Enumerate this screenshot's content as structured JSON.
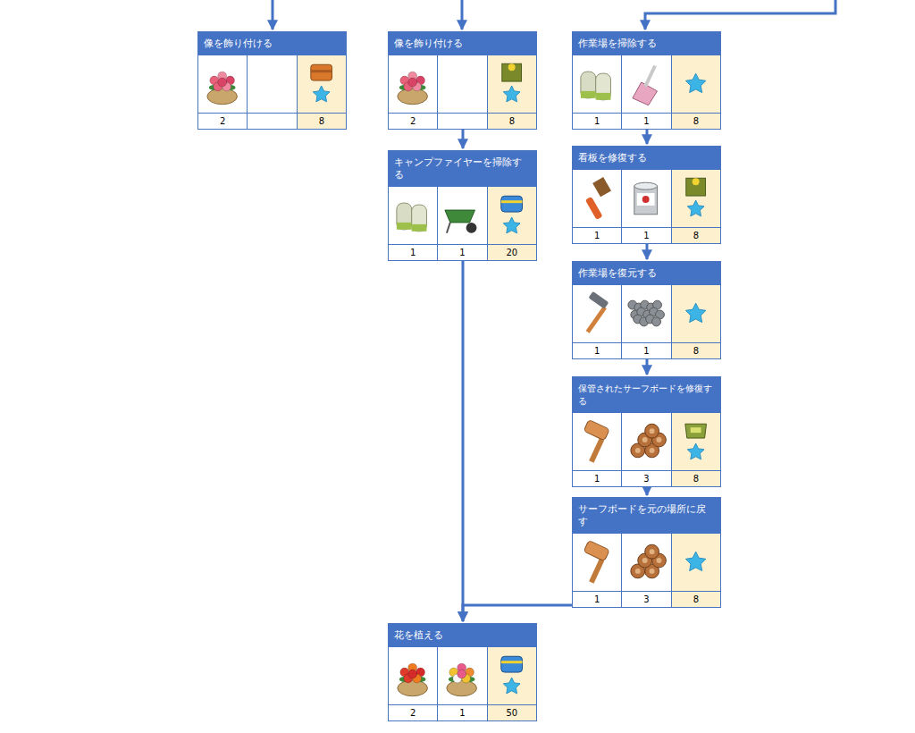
{
  "diagram": {
    "nodes": [
      {
        "text": [
          "像を飾り付ける",
          "2",
          "8"
        ]
      },
      {
        "text": [
          "像を飾り付ける",
          "2",
          "8"
        ]
      },
      {
        "text": [
          "作業場を掃除する",
          "1",
          "1",
          "8"
        ]
      },
      {
        "text": [
          "キャンプファイヤーを掃除する",
          "1",
          "1",
          "20"
        ]
      },
      {
        "text": [
          "看板を修復する",
          "1",
          "1",
          "8"
        ]
      },
      {
        "text": [
          "作業場を復元する",
          "1",
          "1",
          "8"
        ]
      },
      {
        "text": [
          "保管されたサーフボードを修復する",
          "1",
          "3",
          "8"
        ]
      },
      {
        "text": [
          "サーフボードを元の場所に戻す",
          "1",
          "3",
          "8"
        ]
      },
      {
        "text": [
          "花を植える",
          "2",
          "1",
          "50"
        ]
      }
    ],
    "edges": [
      {
        "from": 1,
        "to": 3,
        "arrow": "to"
      },
      {
        "from": 2,
        "to": 4,
        "arrow": "to"
      },
      {
        "from": 4,
        "to": 5,
        "arrow": "to"
      },
      {
        "from": 5,
        "to": 6,
        "arrow": "to"
      },
      {
        "from": 6,
        "to": 7,
        "arrow": "to"
      },
      {
        "from": 3,
        "to": 8,
        "arrow": "to"
      },
      {
        "from": 7,
        "to": 8,
        "arrow": "to"
      }
    ]
  }
}
